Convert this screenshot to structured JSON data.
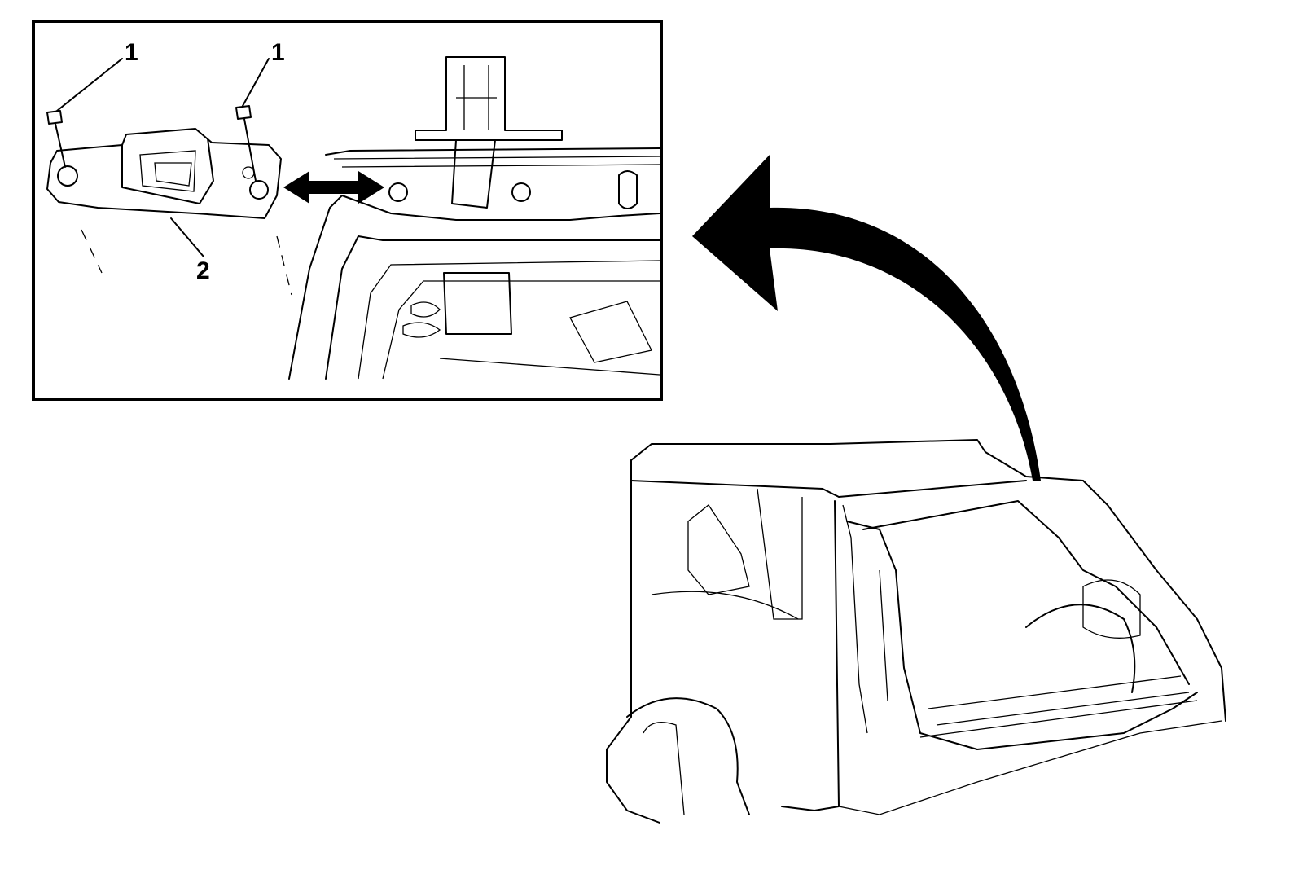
{
  "callouts": {
    "bolt_left": "1",
    "bolt_right": "1",
    "bracket": "2"
  }
}
